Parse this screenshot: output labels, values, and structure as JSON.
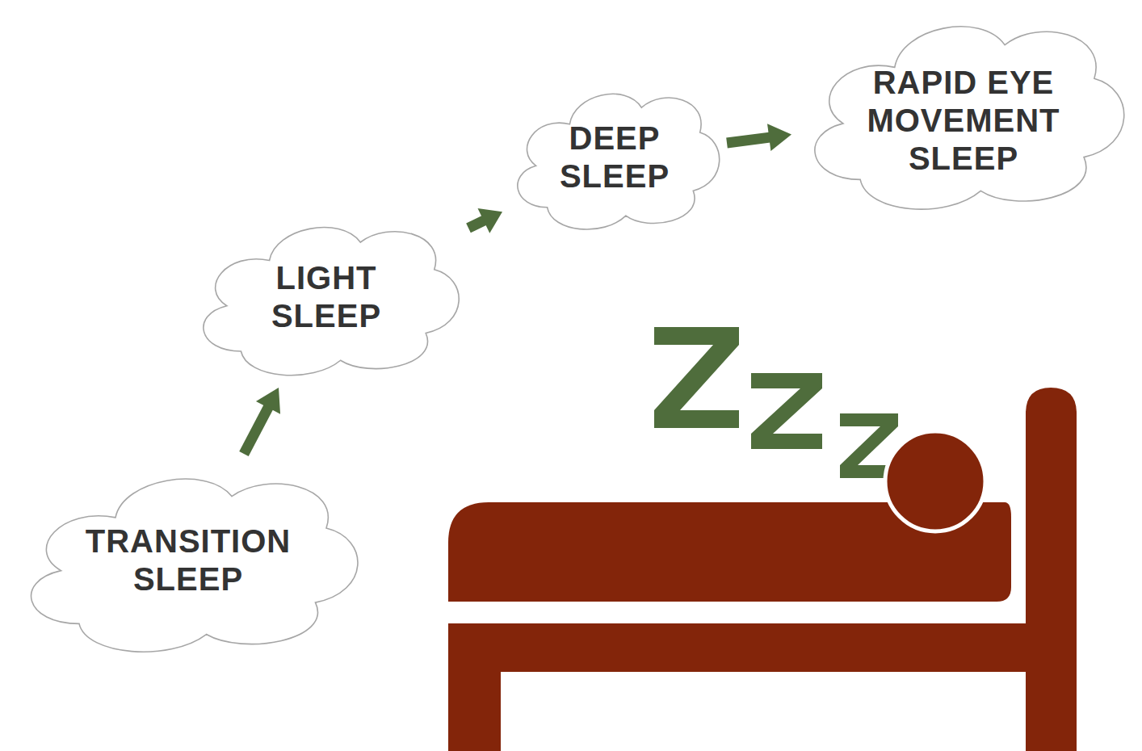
{
  "diagram": {
    "nodes": [
      {
        "text": [
          "TRANSITION SLEEP"
        ]
      },
      {
        "text": [
          "LIGHT SLEEP"
        ]
      },
      {
        "text": [
          "DEEP SLEEP"
        ]
      },
      {
        "text": [
          "RAPID EYE MOVEMENT SLEEP"
        ]
      }
    ],
    "edges": [
      {
        "from": 0,
        "to": 1,
        "arrow": "to"
      },
      {
        "from": 1,
        "to": 2,
        "arrow": "to"
      },
      {
        "from": 2,
        "to": 3,
        "arrow": "to"
      }
    ]
  }
}
